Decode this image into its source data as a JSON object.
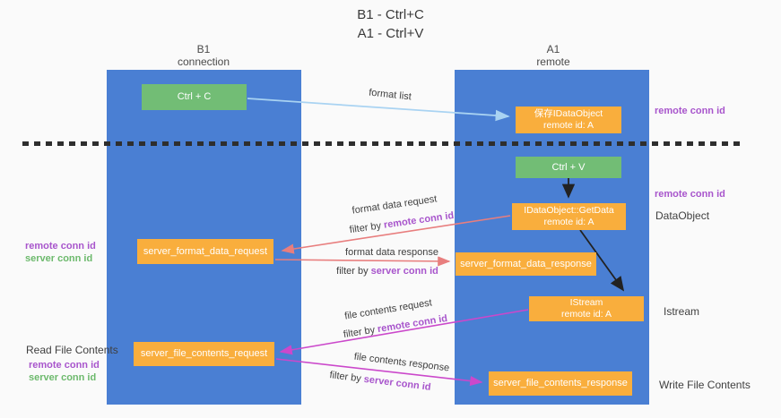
{
  "title": {
    "line1": "B1 - Ctrl+C",
    "line2": "A1 - Ctrl+V"
  },
  "columns": {
    "left": {
      "name": "B1",
      "role": "connection"
    },
    "right": {
      "name": "A1",
      "role": "remote"
    }
  },
  "nodes": {
    "ctrl_c": "Ctrl + C",
    "ctrl_v": "Ctrl + V",
    "save_idataobject": {
      "line1": "保存IDataObject",
      "line2": "remote id: A"
    },
    "getdata": {
      "line1": "IDataObject::GetData",
      "line2": "remote id: A"
    },
    "istream": {
      "line1": "IStream",
      "line2": "remote id: A"
    },
    "server_format_data_request": "server_format_data_request",
    "server_format_data_response": "server_format_data_response",
    "server_file_contents_request": "server_file_contents_request",
    "server_file_contents_response": "server_file_contents_response"
  },
  "edge_labels": {
    "format_list": "format list",
    "format_data_request": "format data request",
    "format_data_response": "format data response",
    "file_contents_request": "file contents request",
    "file_contents_response": "file contents response",
    "filter_by": "filter by",
    "remote_conn_id": "remote conn id",
    "server_conn_id": "server conn id"
  },
  "side_labels": {
    "remote_conn_id": "remote conn id",
    "server_conn_id": "server conn id",
    "dataobject": "DataObject",
    "istream": "Istream",
    "read_file_contents": "Read File Contents",
    "write_file_contents": "Write File Contents"
  },
  "colors": {
    "column_blue": "#4a7fd3",
    "box_orange": "#f9ae3d",
    "box_green": "#72bd75",
    "arrow_light_blue": "#a9d3f2",
    "arrow_red": "#e87e7e",
    "arrow_magenta": "#cb48cb",
    "arrow_black": "#222222",
    "text_purple": "#a855cc",
    "text_green": "#6cb96c",
    "background": "#fafafa"
  }
}
